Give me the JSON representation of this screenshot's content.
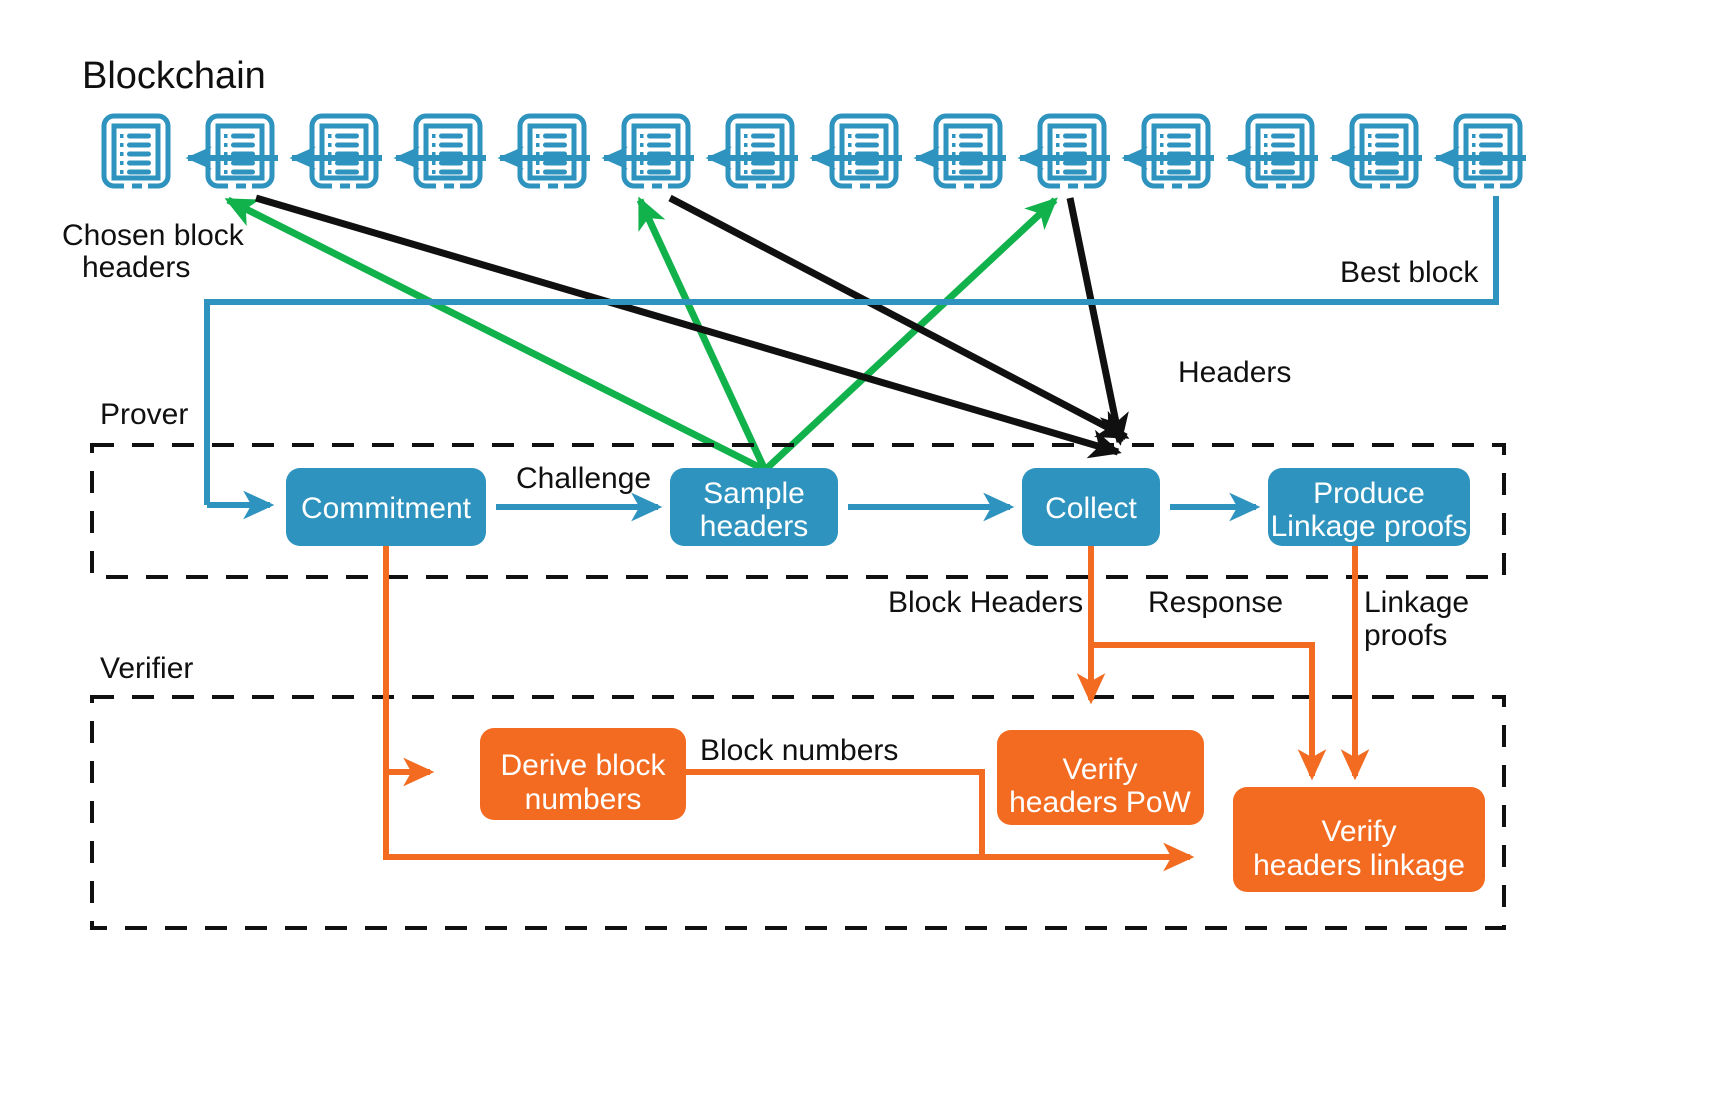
{
  "diagram": {
    "title": "Blockchain",
    "colors": {
      "blue": "#2E93BE",
      "orange": "#F26B21",
      "green": "#11B24B",
      "black": "#101010",
      "white": "#FFFFFF"
    },
    "blockchain": {
      "label": "Blockchain",
      "block_count": 14,
      "block_icon": "block-document-icon",
      "link_arrow_direction": "left",
      "highlighted_blocks_green": [
        2,
        6,
        10
      ],
      "highlighted_blocks_black": [
        2,
        6,
        10
      ],
      "best_block_index": 14
    },
    "annotations": {
      "chosen_block_headers": "Chosen block\nheaders",
      "chosen_block_headers_line1": "Chosen block",
      "chosen_block_headers_line2": "headers",
      "best_block": "Best block",
      "headers": "Headers",
      "challenge": "Challenge",
      "block_headers": "Block Headers",
      "response": "Response",
      "linkage_proofs_line1": "Linkage",
      "linkage_proofs_line2": "proofs",
      "block_numbers": "Block numbers"
    },
    "prover": {
      "lane_label": "Prover",
      "nodes": [
        {
          "id": "commitment",
          "label": "Commitment",
          "lines": [
            "Commitment"
          ]
        },
        {
          "id": "sample-headers",
          "label": "Sample headers",
          "lines": [
            "Sample",
            "headers"
          ]
        },
        {
          "id": "collect",
          "label": "Collect",
          "lines": [
            "Collect"
          ]
        },
        {
          "id": "produce-linkage-proofs",
          "label": "Produce Linkage proofs",
          "lines": [
            "Produce",
            "Linkage proofs"
          ]
        }
      ]
    },
    "verifier": {
      "lane_label": "Verifier",
      "nodes": [
        {
          "id": "derive-block-numbers",
          "label": "Derive block numbers",
          "lines": [
            "Derive block",
            "numbers"
          ]
        },
        {
          "id": "verify-headers-pow",
          "label": "Verify headers PoW",
          "lines": [
            "Verify",
            "headers PoW"
          ]
        },
        {
          "id": "verify-headers-linkage",
          "label": "Verify headers linkage",
          "lines": [
            "Verify",
            "headers linkage"
          ]
        }
      ]
    }
  }
}
